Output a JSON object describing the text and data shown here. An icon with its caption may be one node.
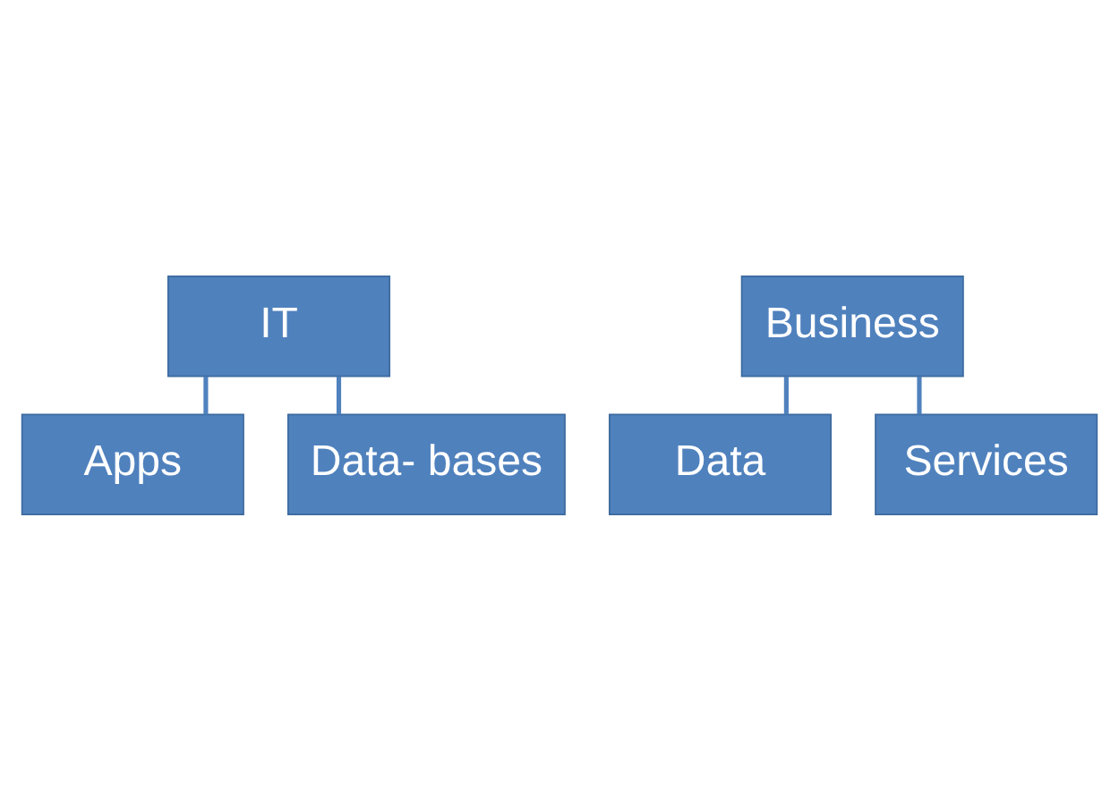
{
  "diagram": {
    "nodes": [
      {
        "text": [
          "IT"
        ]
      },
      {
        "text": [
          "Apps"
        ]
      },
      {
        "text": [
          "Data- bases"
        ]
      },
      {
        "text": [
          "Business"
        ]
      },
      {
        "text": [
          "Data"
        ]
      },
      {
        "text": [
          "Services"
        ]
      }
    ],
    "edges": [
      {
        "from": 0,
        "to": 1,
        "arrow": "none"
      },
      {
        "from": 0,
        "to": 2,
        "arrow": "none"
      },
      {
        "from": 3,
        "to": 4,
        "arrow": "none"
      },
      {
        "from": 3,
        "to": 5,
        "arrow": "none"
      }
    ]
  }
}
